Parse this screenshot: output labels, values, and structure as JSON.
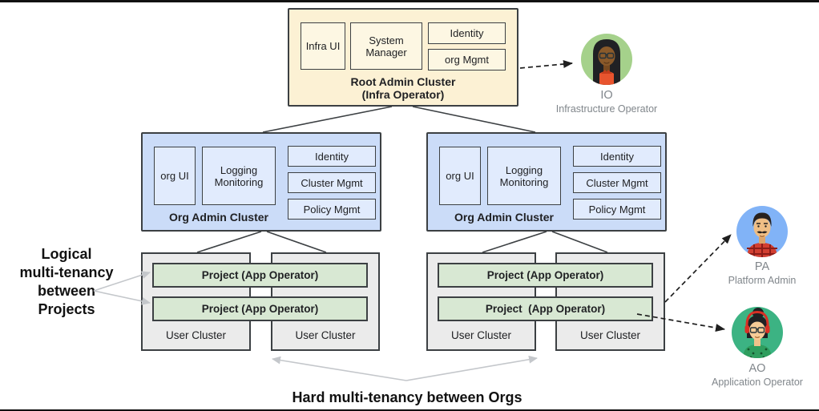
{
  "root_cluster": {
    "components": [
      "Infra UI",
      "System Manager",
      "Identity",
      "org Mgmt"
    ],
    "label": "Root Admin Cluster",
    "sublabel": "(Infra Operator)"
  },
  "org_clusters": [
    {
      "label": "Org Admin Cluster",
      "components": [
        "org UI",
        "Logging Monitoring",
        "Identity",
        "Cluster Mgmt",
        "Policy Mgmt"
      ],
      "projects": [
        "Project (App Operator)",
        "Project (App Operator)"
      ],
      "user_clusters": [
        "User Cluster",
        "User Cluster"
      ]
    },
    {
      "label": "Org Admin Cluster",
      "components": [
        "org UI",
        "Logging Monitoring",
        "Identity",
        "Cluster Mgmt",
        "Policy Mgmt"
      ],
      "projects": [
        "Project (App Operator)",
        "Project  (App Operator)"
      ],
      "user_clusters": [
        "User Cluster",
        "User Cluster"
      ]
    }
  ],
  "annotations": {
    "left_label_lines": [
      "Logical",
      "multi-tenancy",
      "between",
      "Projects"
    ],
    "bottom_label": "Hard multi-tenancy between Orgs"
  },
  "personas": [
    {
      "abbr": "IO",
      "role": "Infrastructure Operator",
      "avatar_bg": "#a5d18b"
    },
    {
      "abbr": "PA",
      "role": "Platform Admin",
      "avatar_bg": "#81b3f7"
    },
    {
      "abbr": "AO",
      "role": "Application Operator",
      "avatar_bg": "#3cb383"
    }
  ],
  "colors": {
    "root_cluster_bg": "#fcf1d4",
    "root_inner_bg": "#fdf7e3",
    "org_cluster_bg": "#cbdcf8",
    "org_inner_bg": "#e1ebfd",
    "project_bg": "#d8e8d3",
    "user_cluster_bg": "#ebebeb",
    "box_border": "#3c4043",
    "gray_arrow": "#c4c7cb",
    "dashed_arrow": "#1f1f1f",
    "persona_label": "#80868b"
  }
}
